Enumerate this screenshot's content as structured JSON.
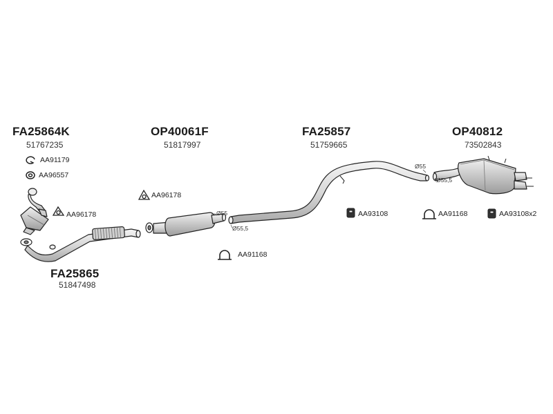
{
  "assemblies": [
    {
      "code": "FA25864K",
      "number": "51767235"
    },
    {
      "code": "OP40061F",
      "number": "51817997"
    },
    {
      "code": "FA25857",
      "number": "51759665"
    },
    {
      "code": "OP40812",
      "number": "73502843"
    },
    {
      "code": "FA25865",
      "number": "51847498"
    }
  ],
  "fittings": [
    {
      "label": "AA91179",
      "icon": "clamp-ring-icon"
    },
    {
      "label": "AA96557",
      "icon": "ring-gasket-icon"
    },
    {
      "label": "AA96178",
      "icon": "triangle-gasket-icon"
    },
    {
      "label": "AA96178",
      "icon": "triangle-gasket-icon"
    },
    {
      "label": "AA91168",
      "icon": "u-clamp-icon"
    },
    {
      "label": "AA93108",
      "icon": "rubber-hanger-icon"
    },
    {
      "label": "AA91168",
      "icon": "u-clamp-icon"
    },
    {
      "label": "AA93108x2",
      "icon": "rubber-hanger-icon"
    }
  ],
  "diameters": [
    "Ø55",
    "Ø55,5",
    "Ø55",
    "Ø55,5"
  ],
  "colors": {
    "line": "#222222",
    "part_fill": "#e2e2e2",
    "shade": "#b8b8b8",
    "text": "#1a1a1a"
  }
}
